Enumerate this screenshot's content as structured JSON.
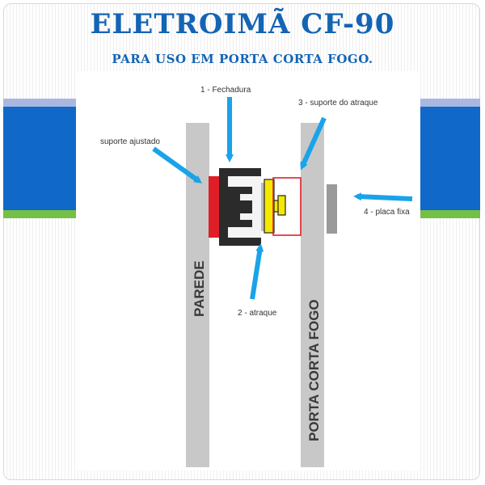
{
  "title": "ELETROIMÃ CF-90",
  "subtitle": "PARA USO EM PORTA CORTA FOGO.",
  "diagram": {
    "labels": {
      "fechadura": "1 - Fechadura",
      "suporte_ajustado": "suporte ajustado",
      "suporte_atraque": "3 - suporte do atraque",
      "placa_fixa": "4 - placa fixa",
      "atraque": "2 - atraque",
      "parede": "PAREDE",
      "porta": "PORTA CORTA FOGO"
    },
    "colors": {
      "arrow": "#1aa3e8",
      "bar": "#c8c8c8",
      "support": "#e01e28",
      "striker": "#f5e800",
      "lock": "#2b2b2b",
      "plate": "#9a9a9a",
      "title": "#1464b4",
      "band_blue": "#1069c8",
      "band_green": "#74c044",
      "band_light": "#a9b8e0"
    }
  }
}
